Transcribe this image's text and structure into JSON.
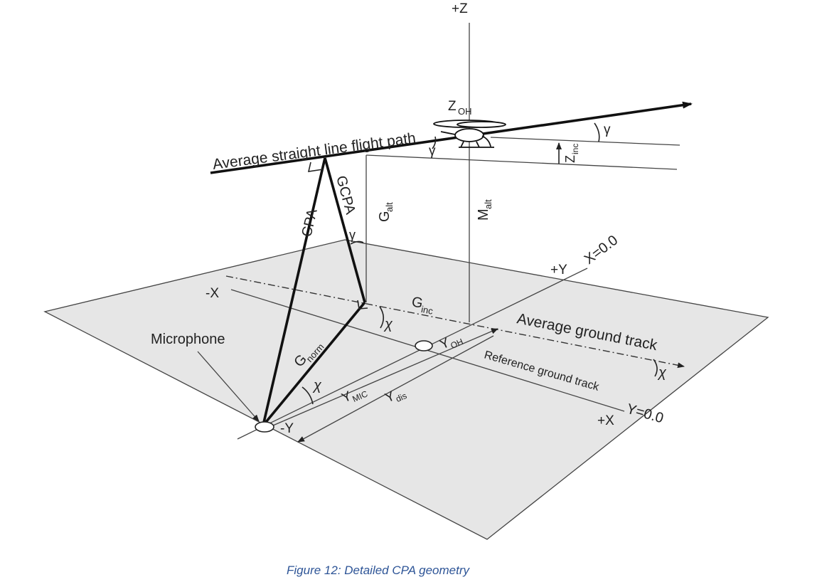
{
  "caption": "Figure 12: Detailed CPA geometry",
  "labels": {
    "plus_z": "+Z",
    "z_oh_main": "Z",
    "z_oh_sub": "OH",
    "gamma": "γ",
    "flight_path": "Average straight line flight path",
    "z_inc_main": "Z",
    "z_inc_sub": "inc",
    "cpa": "CPA",
    "gcpa": "GCPA",
    "g_alt_main": "G",
    "g_alt_sub": "alt",
    "m_alt_main": "M",
    "m_alt_sub": "alt",
    "plus_y": "+Y",
    "x_zero": "X=0.0",
    "minus_x": "-X",
    "g_inc_main": "G",
    "g_inc_sub": "inc",
    "chi": "χ",
    "avg_ground_track": "Average ground track",
    "microphone": "Microphone",
    "g_norm_main": "G",
    "g_norm_sub": "norm",
    "y_oh_main": "Y",
    "y_oh_sub": "OH",
    "ref_ground_track": "Reference ground track",
    "y_mic_main": "Y",
    "y_mic_sub": "MIC",
    "y_dis_main": "Y",
    "y_dis_sub": "dis",
    "minus_y": "-Y",
    "plus_x": "+X",
    "y_zero": "Y=0.0"
  },
  "colors": {
    "ground_plane": "#e6e6e6",
    "caption": "#2e5597",
    "lines": "#111111"
  }
}
